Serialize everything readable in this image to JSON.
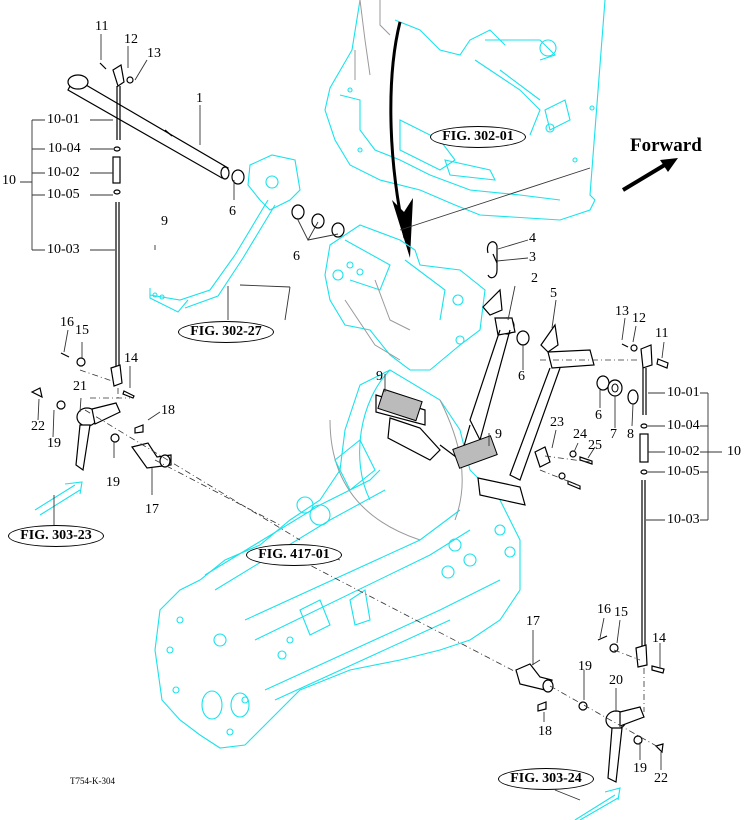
{
  "diagram": {
    "title_code": "T754-K-304",
    "direction_label": "Forward",
    "colors": {
      "reference_assembly": "#19e3ec",
      "parts": "#000000",
      "secondary_lines": "#9a9a9a"
    },
    "figure_refs": [
      {
        "id": "fig-302-01",
        "label": "FIG. 302-01"
      },
      {
        "id": "fig-302-27",
        "label": "FIG. 302-27"
      },
      {
        "id": "fig-303-23",
        "label": "FIG. 303-23"
      },
      {
        "id": "fig-417-01",
        "label": "FIG. 417-01"
      },
      {
        "id": "fig-303-24",
        "label": "FIG. 303-24"
      }
    ],
    "left_group": {
      "labels": {
        "p1": "1",
        "p6a": "6",
        "p6b": "6",
        "p9": "9",
        "p11": "11",
        "p12": "12",
        "p13": "13",
        "p10": "10",
        "p10_01": "10-01",
        "p10_04": "10-04",
        "p10_02": "10-02",
        "p10_05": "10-05",
        "p10_03": "10-03",
        "p16": "16",
        "p15": "15",
        "p14": "14",
        "p21": "21",
        "p22": "22",
        "p19a": "19",
        "p19b": "19",
        "p18": "18",
        "p17": "17"
      }
    },
    "center_group": {
      "labels": {
        "p4": "4",
        "p3": "3",
        "p2": "2",
        "p5": "5",
        "p6": "6",
        "p9a": "9",
        "p9b": "9",
        "p23": "23",
        "p24": "24",
        "p25": "25"
      }
    },
    "right_group": {
      "labels": {
        "p13": "13",
        "p12": "12",
        "p11": "11",
        "p6": "6",
        "p7": "7",
        "p8": "8",
        "p10": "10",
        "p10_01": "10-01",
        "p10_04": "10-04",
        "p10_02": "10-02",
        "p10_05": "10-05",
        "p10_03": "10-03",
        "p16": "16",
        "p15": "15",
        "p14": "14",
        "p17": "17",
        "p19a": "19",
        "p20": "20",
        "p18": "18",
        "p19b": "19",
        "p22": "22"
      }
    }
  }
}
